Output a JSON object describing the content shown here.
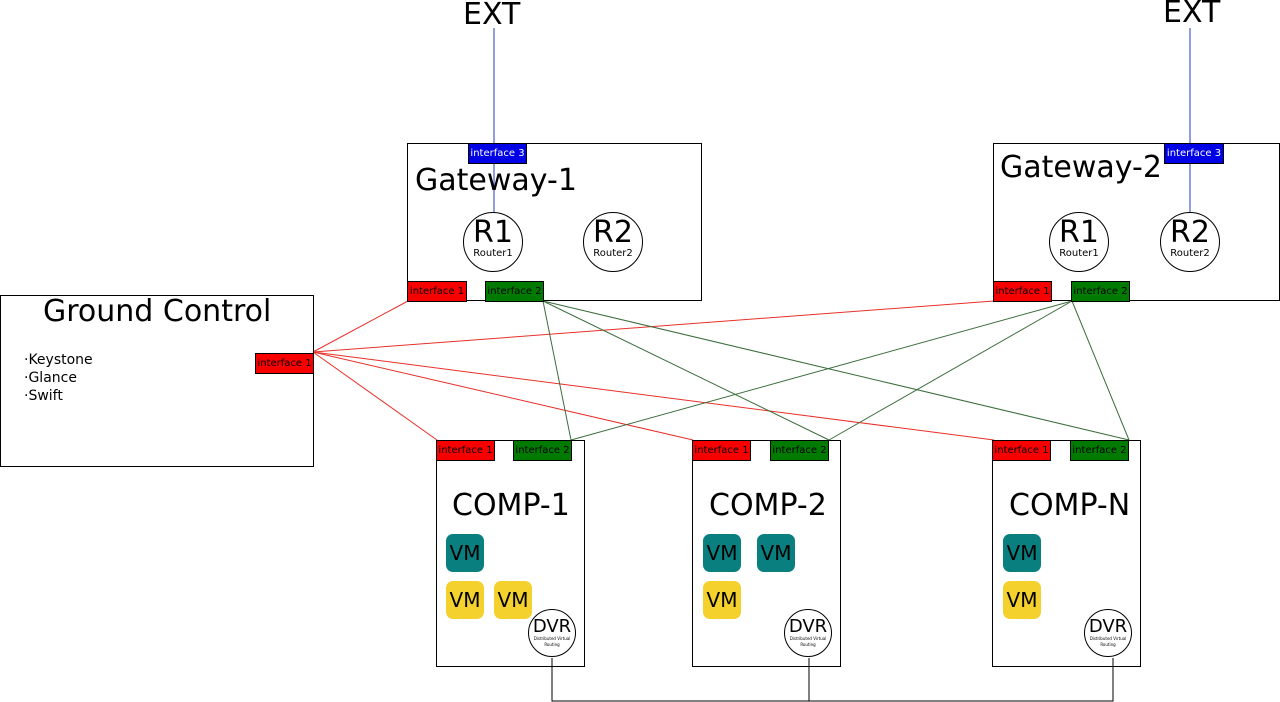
{
  "ext_labels": [
    "EXT",
    "EXT"
  ],
  "colors": {
    "interface_red": "#f80000",
    "interface_green": "#007a00",
    "interface_blue": "#0000e6",
    "vm_teal": "#0a7f7f",
    "vm_yellow": "#f5d12e",
    "wire_red": "#e8302a",
    "wire_green": "#3c6e3c",
    "wire_blue": "#2a38c0"
  },
  "ground_control": {
    "title": "Ground Control",
    "services": [
      "Keystone",
      "Glance",
      "Swift"
    ],
    "interface": "interface 1"
  },
  "gateway1": {
    "title": "Gateway-1",
    "iface1": "interface 1",
    "iface2": "interface 2",
    "iface3": "interface 3",
    "r1": {
      "big": "R1",
      "small": "Router1"
    },
    "r2": {
      "big": "R2",
      "small": "Router2"
    }
  },
  "gateway2": {
    "title": "Gateway-2",
    "iface1": "interface 1",
    "iface2": "interface 2",
    "iface3": "interface 3",
    "r1": {
      "big": "R1",
      "small": "Router1"
    },
    "r2": {
      "big": "R2",
      "small": "Router2"
    }
  },
  "comp1": {
    "title": "COMP-1",
    "iface1": "interface 1",
    "iface2": "interface 2",
    "vms": [
      "VM",
      "VM",
      "VM"
    ],
    "dvr": {
      "big": "DVR",
      "small1": "Distributed Virtual",
      "small2": "Routing"
    }
  },
  "comp2": {
    "title": "COMP-2",
    "iface1": "interface 1",
    "iface2": "interface 2",
    "vms": [
      "VM",
      "VM",
      "VM"
    ],
    "dvr": {
      "big": "DVR",
      "small1": "Distributed Virtual",
      "small2": "Routing"
    }
  },
  "compn": {
    "title": "COMP-N",
    "iface1": "interface 1",
    "iface2": "interface 2",
    "vms": [
      "VM",
      "VM"
    ],
    "dvr": {
      "big": "DVR",
      "small1": "Distributed Virtual",
      "small2": "Routing"
    }
  }
}
